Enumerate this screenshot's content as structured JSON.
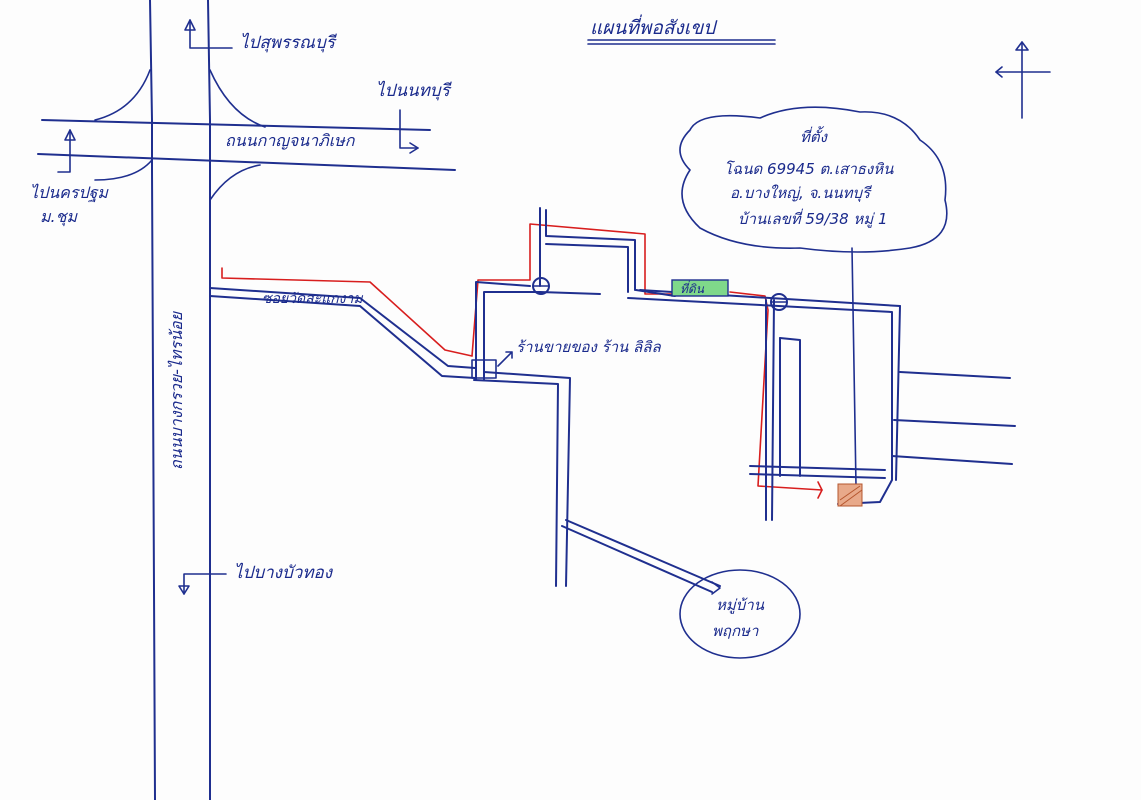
{
  "title": "แผนที่พอสังเขป",
  "labels": {
    "to_samut_prakan": "ไปสุพรรณบุรี",
    "to_nonthaburi": "ไปนนทบุรี",
    "to_nakhon_pathom": "ไปนครปฐม",
    "ring_road": "ถนนกาญจนาภิเษก",
    "main_road_vertical": "ถนนบางกรวย-ไทรน้อย",
    "to_bang_yai": "ไปบางบัวทอง",
    "soi": "ซอยวัดสะแกงาม",
    "shop_corner": "ร้านขายของ ร้าน ลิลิล",
    "village_circle": "หมู่บ้าน พฤกษา",
    "plot_label": "ที่ดิน",
    "location_note": "ที่ตั้ง\nโฉนด 69945 ต.เสาธงหิน\nอ.บางใหญ่, จ.นนทบุรี\nบ้านเลขที่ 59/38 หมู่ 1"
  },
  "location_lines": [
    "ที่ตั้ง",
    "โฉนด 69945 ต.เสาธงหิน",
    "อ.บางใหญ่, จ.นนทบุรี",
    "บ้านเลขที่ 59/38 หมู่ 1"
  ],
  "colors": {
    "ink": "#1f2f8f",
    "route": "#d81e1e",
    "plot_fill": "#e8a98a",
    "shop_fill": "#7fd88a"
  },
  "icons": [
    "north-arrow-icon",
    "direction-arrow-icon"
  ]
}
